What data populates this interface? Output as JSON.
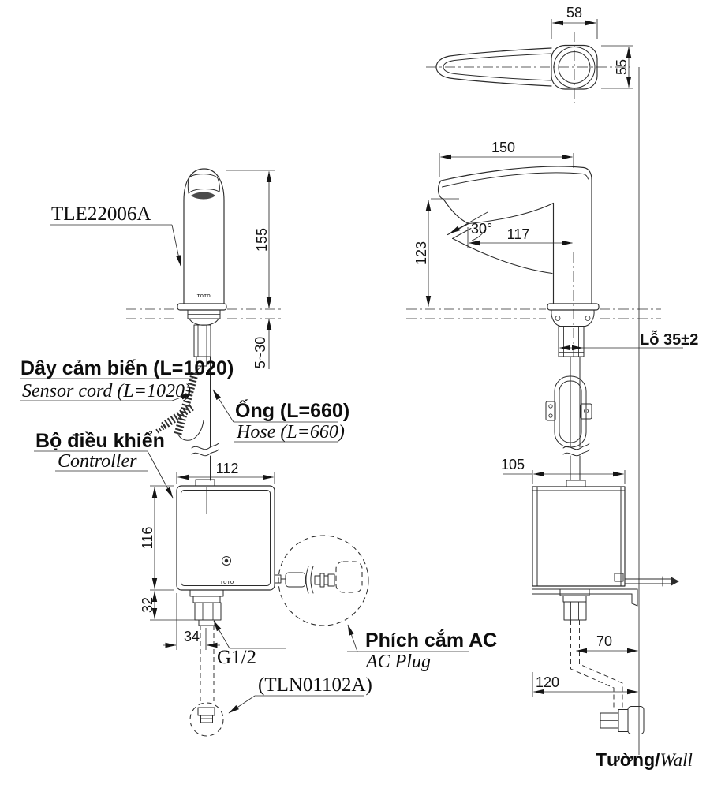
{
  "brand_logo": "TOTO",
  "front_view": {
    "model_label": "TLE22006A",
    "labels": {
      "sensor_cord_vi": "Dây cảm biến (L=1020)",
      "sensor_cord_en": "Sensor cord (L=1020)",
      "hose_vi": "Ống (L=660)",
      "hose_en": "Hose (L=660)",
      "controller_vi": "Bộ điều khiển",
      "controller_en": "Controller",
      "ac_plug_vi": "Phích cắm AC",
      "ac_plug_en": "AC Plug",
      "thread": "G1/2",
      "stop_valve": "(TLN01102A)"
    },
    "dims": {
      "spout_height": "155",
      "deck_thickness": "5~30",
      "controller_width": "112",
      "controller_height": "116",
      "shank_length": "32",
      "outlet_offset": "34"
    }
  },
  "side_view": {
    "dims": {
      "head_width": "58",
      "head_depth": "55",
      "reach_overall": "150",
      "spout_tip_height": "123",
      "outlet_angle": "30°",
      "reach_outlet": "117",
      "hole_diameter": "Lỗ 35±2",
      "controller_depth": "105",
      "supply_to_wall": "70",
      "controller_to_wall": "120"
    },
    "labels": {
      "wall_vi": "Tường/",
      "wall_en": "Wall"
    }
  }
}
